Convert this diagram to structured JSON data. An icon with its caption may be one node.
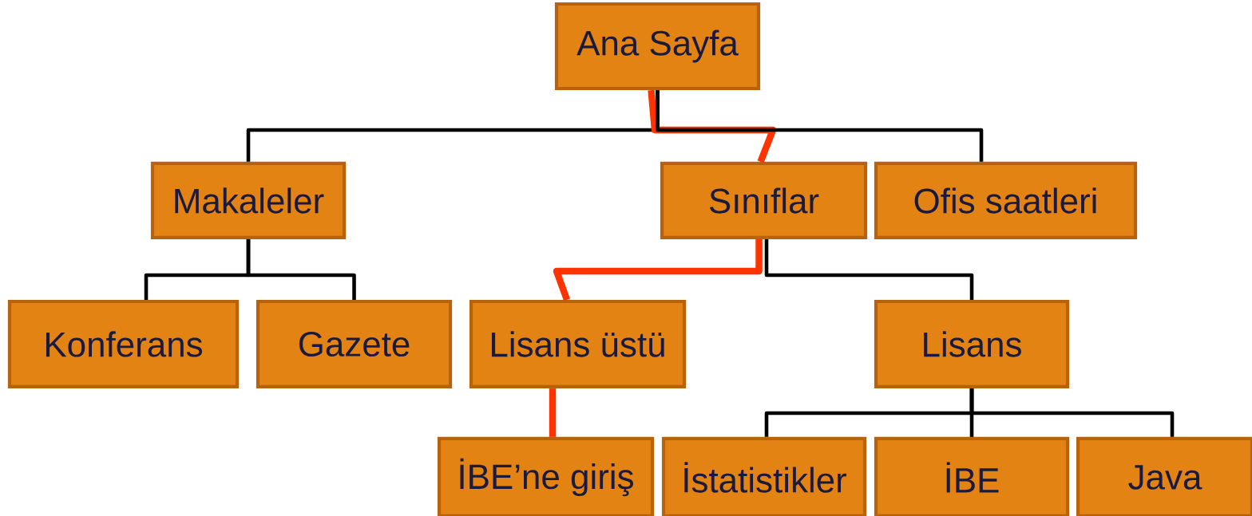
{
  "diagram": {
    "nodes": [
      {
        "text": [
          "Ana Sayfa"
        ]
      },
      {
        "text": [
          "Makaleler"
        ]
      },
      {
        "text": [
          "Sınıflar"
        ]
      },
      {
        "text": [
          "Ofis saatleri"
        ]
      },
      {
        "text": [
          "Konferans"
        ]
      },
      {
        "text": [
          "Gazete"
        ]
      },
      {
        "text": [
          "Lisans üstü"
        ]
      },
      {
        "text": [
          "Lisans"
        ]
      },
      {
        "text": [
          "İBE’ne giriş"
        ]
      },
      {
        "text": [
          "İstatistikler"
        ]
      },
      {
        "text": [
          "İBE"
        ]
      },
      {
        "text": [
          "Java"
        ]
      }
    ],
    "edges": [
      {
        "from": 0,
        "to": 1,
        "arrow": "none"
      },
      {
        "from": 0,
        "to": 2,
        "arrow": "none",
        "style": "thick",
        "color": "#ff3300"
      },
      {
        "from": 0,
        "to": 3,
        "arrow": "none"
      },
      {
        "from": 1,
        "to": 4,
        "arrow": "none"
      },
      {
        "from": 1,
        "to": 5,
        "arrow": "none"
      },
      {
        "from": 2,
        "to": 6,
        "arrow": "none",
        "style": "thick",
        "color": "#ff3300"
      },
      {
        "from": 2,
        "to": 7,
        "arrow": "none"
      },
      {
        "from": 6,
        "to": 8,
        "arrow": "none",
        "style": "thick",
        "color": "#ff3300"
      },
      {
        "from": 7,
        "to": 9,
        "arrow": "none"
      },
      {
        "from": 7,
        "to": 10,
        "arrow": "none"
      },
      {
        "from": 7,
        "to": 11,
        "arrow": "none"
      }
    ]
  }
}
